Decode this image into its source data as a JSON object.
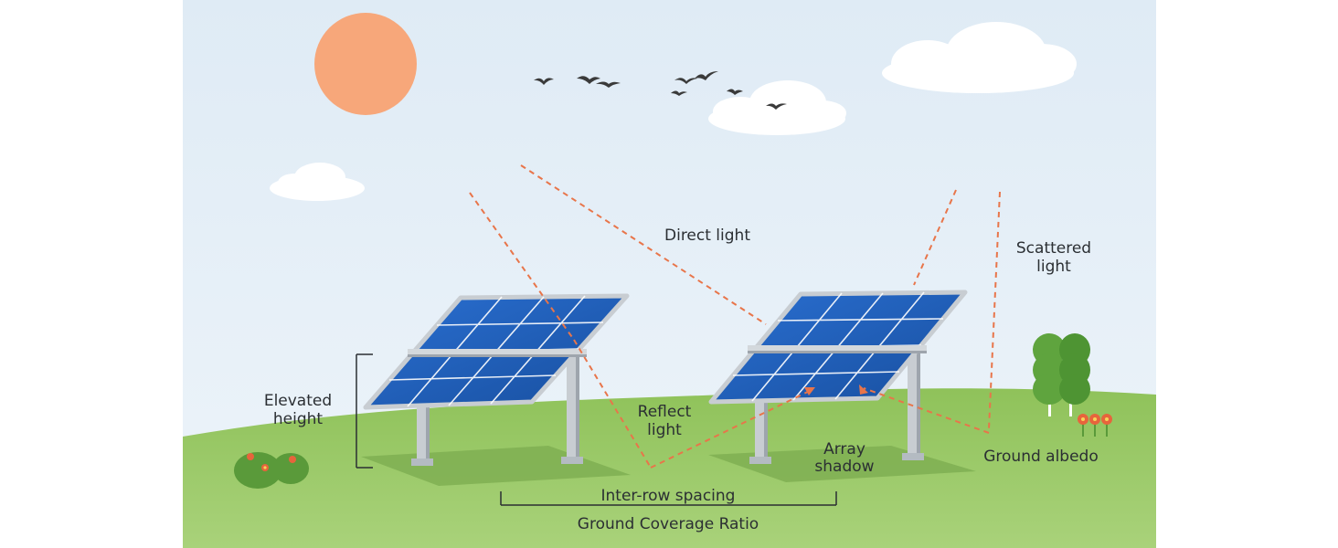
{
  "labels": {
    "direct_light": "Direct light",
    "scattered_light": [
      "Scattered",
      "light"
    ],
    "elevated_height": [
      "Elevated",
      "height"
    ],
    "reflect_light": [
      "Reflect",
      "light"
    ],
    "array_shadow": [
      "Array",
      "shadow"
    ],
    "ground_albedo": "Ground albedo",
    "inter_row_spacing": "Inter-row spacing",
    "ground_coverage_ratio": "Ground Coverage Ratio"
  },
  "colors": {
    "sky": "#e3eef7",
    "ground": "#9cca6a",
    "sun": "#f7a77a",
    "cloud": "#ffffff",
    "panel": "#1f5fbf",
    "frame": "#c8cdd2",
    "ray": "#e8754a",
    "shrub": "#5a9a3a",
    "flower": "#e7643c",
    "text": "#2b2f33"
  },
  "icons": [
    "sun-icon",
    "cloud-icon",
    "bird-icon",
    "solar-panel-icon",
    "bush-icon",
    "tree-icon",
    "flower-icon"
  ]
}
